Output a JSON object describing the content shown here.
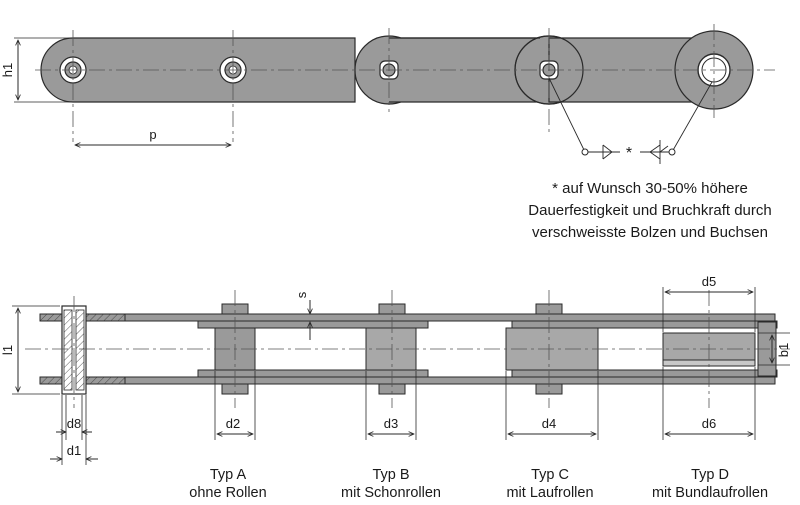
{
  "dimensions": {
    "h1": "h1",
    "p": "p",
    "l1": "l1",
    "s": "s",
    "d8": "d8",
    "d1": "d1",
    "d2": "d2",
    "d3": "d3",
    "d4": "d4",
    "d5": "d5",
    "d6": "d6",
    "b1": "b1"
  },
  "weld_marker": "*",
  "note": {
    "line1": "* auf Wunsch 30-50% höhere",
    "line2": "Dauerfestigkeit und Bruchkraft durch",
    "line3": "verschweisste Bolzen und Buchsen"
  },
  "types": [
    {
      "title": "Typ A",
      "subtitle": "ohne Rollen"
    },
    {
      "title": "Typ B",
      "subtitle": "mit Schonrollen"
    },
    {
      "title": "Typ C",
      "subtitle": "mit Laufrollen"
    },
    {
      "title": "Typ D",
      "subtitle": "mit Bundlaufrollen"
    }
  ],
  "colors": {
    "plate": "#9a9a9a",
    "plate_dark": "#858585",
    "roller": "#a8a8a8",
    "line": "#2a2a2a",
    "centerline": "#555555"
  }
}
